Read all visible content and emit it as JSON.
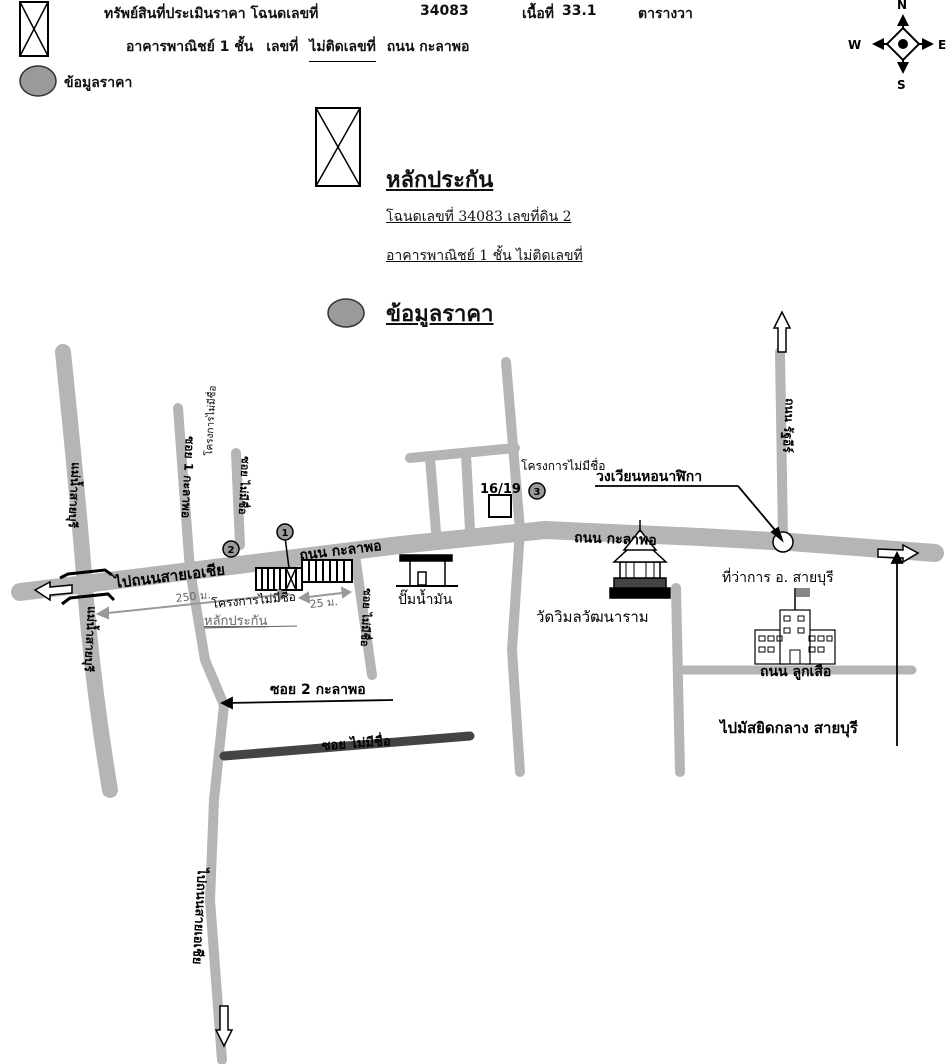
{
  "header": {
    "line1_label": "ทรัพย์สินที่ประเมินราคา โฉนดเลขที่",
    "deed_no": "34083",
    "sheet_label": "เนื้อที่",
    "area": "33.1",
    "unit": "ตารางวา",
    "line2_label": "อาคารพาณิชย์ 1 ชั้น",
    "house_no_label": "เลขที่",
    "house_no": "ไม่ติดเลขที่",
    "road_label": "ถนน กะลาพอ",
    "price_data_label": "ข้อมูลราคา"
  },
  "compass": {
    "n": "N",
    "s": "S",
    "w": "W",
    "e": "E"
  },
  "legend": {
    "collateral_title": "หลักประกัน",
    "collateral_line1": "โฉนดเลขที่ 34083 เลขที่ดิน 2",
    "collateral_line2": "อาคารพาณิชย์ 1 ชั้น ไม่ติดเลขที่",
    "price_title": "ข้อมูลราคา"
  },
  "map_labels": {
    "road_main": "ถนน กะลาพอ",
    "road_main_east": "ถนน กะลาพอ",
    "to_asia": "ไปถนนสายเอเชีย",
    "soi1": "ซอย 1 กะลาพอ",
    "soi_unnamed_left": "ซอย ไม่มีชื่อ",
    "soi_unnamed_mid": "ซอย ไม่มีชื่อ",
    "soi_unnamed_bottom": "ซอย ไม่มีชื่อ",
    "soi2": "ซอย 2 กะลาพอ",
    "project_left": "โครงการไม่มีชื่อ",
    "project_mid": "โครงการไม่มีชื่อ",
    "project_top": "โครงการไม่มีชื่อ",
    "river_top": "แม่น้ำสายบุรี",
    "river_bottom": "แม่น้ำสายบุรี",
    "dist_250": "250 ม.",
    "dist_25": "25 ม.",
    "collateral_mark": "หลักประกัน",
    "gas_station": "ปั๊มน้ำมัน",
    "temple": "วัดวิมลวัฒนาราม",
    "roundabout": "วงเวียนหอนาฬิกา",
    "district_office": "ที่ว่าการ อ. สายบุรี",
    "road_lukseua": "ถนน ลูกเสือ",
    "road_north": "ถนน รัฐอีร์",
    "to_mosque": "ไปมัสยิดกลาง สายบุรี",
    "to_asia_south": "ไปถนนสายเอเชีย",
    "plot_1619": "16/19",
    "marker1": "1",
    "marker2": "2",
    "marker3": "3"
  }
}
